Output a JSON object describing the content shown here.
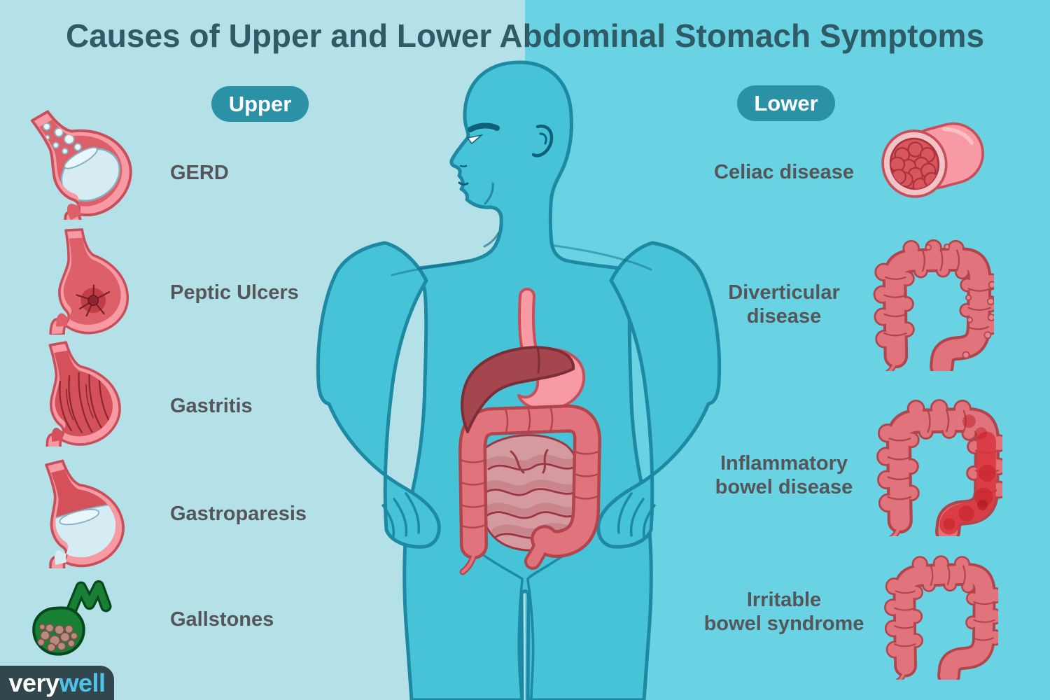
{
  "title": "Causes of Upper and Lower Abdominal Stomach Symptoms",
  "sections": {
    "upper": {
      "badge": "Upper",
      "items": [
        {
          "label": "GERD",
          "icon": "stomach-gerd-icon"
        },
        {
          "label": "Peptic Ulcers",
          "icon": "stomach-ulcer-icon"
        },
        {
          "label": "Gastritis",
          "icon": "stomach-gastritis-icon"
        },
        {
          "label": "Gastroparesis",
          "icon": "stomach-gastroparesis-icon"
        },
        {
          "label": "Gallstones",
          "icon": "gallbladder-stones-icon"
        }
      ]
    },
    "lower": {
      "badge": "Lower",
      "items": [
        {
          "label": "Celiac disease",
          "lines": [
            "Celiac disease"
          ],
          "icon": "intestine-cross-section-icon"
        },
        {
          "label": "Diverticular disease",
          "lines": [
            "Diverticular",
            "disease"
          ],
          "icon": "colon-diverticula-icon"
        },
        {
          "label": "Inflammatory bowel disease",
          "lines": [
            "Inflammatory",
            "bowel disease"
          ],
          "icon": "colon-inflamed-icon"
        },
        {
          "label": "Irritable bowel syndrome",
          "lines": [
            "Irritable",
            "bowel syndrome"
          ],
          "icon": "colon-icon"
        }
      ]
    }
  },
  "center_illustration": "human-figure-with-digestive-tract",
  "logo": {
    "part1": "very",
    "part2": "well"
  },
  "colors": {
    "bg_left": "#b4e1e8",
    "bg_right": "#69d3e4",
    "title": "#2e5b66",
    "badge": "#2b91a6",
    "label": "#54565a",
    "body_fill": "#46c3d6",
    "body_outline": "#1d89a2",
    "organ_pink": "#f79aa3",
    "organ_outline": "#c84f5a",
    "colon_fill": "#e0737b",
    "colon_outline": "#b2444c",
    "liver": "#a5464e",
    "inflamed": "#d8343c",
    "gallbladder": "#178035",
    "logo_bg": "#31474d",
    "logo_accent": "#4ec3e8"
  }
}
